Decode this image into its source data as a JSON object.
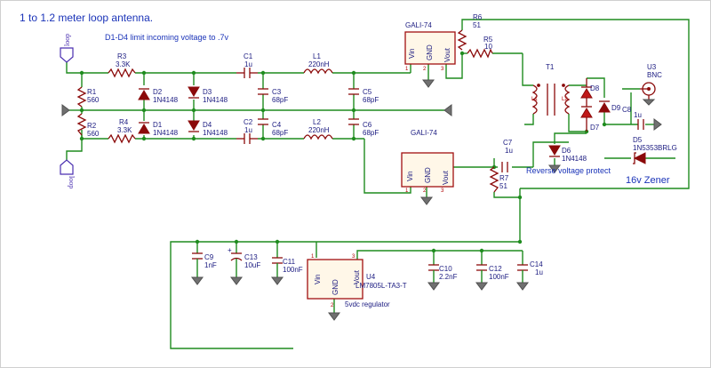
{
  "title": "1 to 1.2 meter loop antenna.",
  "note": "D1-D4 limit incoming voltage to .7v",
  "ports": {
    "loop_top": "loop",
    "loop_bottom": "loop"
  },
  "resistors": [
    {
      "ref": "R1",
      "value": "560"
    },
    {
      "ref": "R2",
      "value": "560"
    },
    {
      "ref": "R3",
      "value": "3.3K"
    },
    {
      "ref": "R4",
      "value": "3.3K"
    },
    {
      "ref": "R5",
      "value": "10"
    },
    {
      "ref": "R6",
      "value": "51"
    },
    {
      "ref": "R7",
      "value": "51"
    }
  ],
  "diodes": [
    {
      "ref": "D1",
      "value": "1N4148"
    },
    {
      "ref": "D2",
      "value": "1N4148"
    },
    {
      "ref": "D3",
      "value": "1N4148"
    },
    {
      "ref": "D4",
      "value": "1N4148"
    },
    {
      "ref": "D5",
      "value": "1N5353BRLG"
    },
    {
      "ref": "D6",
      "value": "1N4148"
    },
    {
      "ref": "D7",
      "value": ""
    },
    {
      "ref": "D8",
      "value": ""
    },
    {
      "ref": "D9",
      "value": ""
    }
  ],
  "capacitors": [
    {
      "ref": "C1",
      "value": "1u"
    },
    {
      "ref": "C2",
      "value": "1u"
    },
    {
      "ref": "C3",
      "value": "68pF"
    },
    {
      "ref": "C4",
      "value": "68pF"
    },
    {
      "ref": "C5",
      "value": "68pF"
    },
    {
      "ref": "C6",
      "value": "68pF"
    },
    {
      "ref": "C7",
      "value": "1u"
    },
    {
      "ref": "C8",
      "value": "1u"
    },
    {
      "ref": "C9",
      "value": "1nF"
    },
    {
      "ref": "C10",
      "value": "2.2nF"
    },
    {
      "ref": "C11",
      "value": "100nF"
    },
    {
      "ref": "C12",
      "value": "100nF"
    },
    {
      "ref": "C13",
      "value": "10uF"
    },
    {
      "ref": "C14",
      "value": "1u"
    }
  ],
  "inductors": [
    {
      "ref": "L1",
      "value": "220nH"
    },
    {
      "ref": "L2",
      "value": "220nH"
    }
  ],
  "transformer": {
    "ref": "T1",
    "primary": "L1",
    "secondary": "L2"
  },
  "amplifiers": [
    {
      "name": "GALI-74",
      "pins": [
        "Vin",
        "GND",
        "Vout"
      ],
      "pin_numbers": [
        "1",
        "2",
        "3"
      ]
    },
    {
      "name": "GALI-74",
      "pins": [
        "Vin",
        "GND",
        "Vout"
      ],
      "pin_numbers": [
        "1",
        "2",
        "3"
      ]
    }
  ],
  "regulator": {
    "ref": "U4",
    "part": "LM7805L-TA3-T",
    "pins": [
      "Vin",
      "GND",
      "Vout"
    ],
    "pin_numbers": [
      "1",
      "2",
      "3"
    ],
    "caption": "5vdc regulator"
  },
  "connector": {
    "ref": "U3",
    "name": "BNC"
  },
  "annotations": {
    "reverse": "Reverse voltage protect",
    "zener": "16v Zener"
  }
}
